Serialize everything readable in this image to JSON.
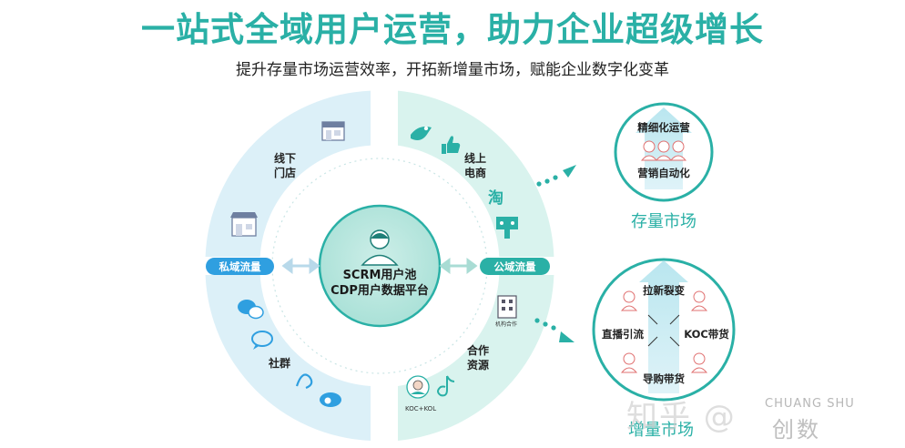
{
  "header": {
    "title": "一站式全域用户运营，助力企业超级增长",
    "subtitle": "提升存量市场运营效率，开拓新增量市场，赋能企业数字化变革"
  },
  "wheel": {
    "center_line1": "SCRM用户池",
    "center_line2": "CDP用户数据平台",
    "left_tag": "私域流量",
    "right_tag": "公域流量",
    "segment_offline_line1": "线下",
    "segment_offline_line2": "门店",
    "segment_online_line1": "线上",
    "segment_online_line2": "电商",
    "segment_social": "社群",
    "segment_partner_line1": "合作",
    "segment_partner_line2": "资源",
    "taobao_glyph": "淘",
    "institution_label": "机构合作",
    "koc_kol_label": "KOC+KOL"
  },
  "stock_market": {
    "top_label": "精细化运营",
    "bottom_label": "营销自动化",
    "caption": "存量市场"
  },
  "growth_market": {
    "top_label": "拉新裂变",
    "left_label": "直播引流",
    "right_label": "KOC带货",
    "bottom_label": "导购带货",
    "caption": "增量市场"
  },
  "watermark": {
    "zhihu": "知乎 @",
    "brand_en": "CHUANG SHU",
    "brand_cn": "创数"
  },
  "colors": {
    "teal": "#2ab0a6",
    "light_blue": "#dcf0f8",
    "light_teal": "#d9f3ee",
    "ring_stroke": "#2ab0a6"
  }
}
